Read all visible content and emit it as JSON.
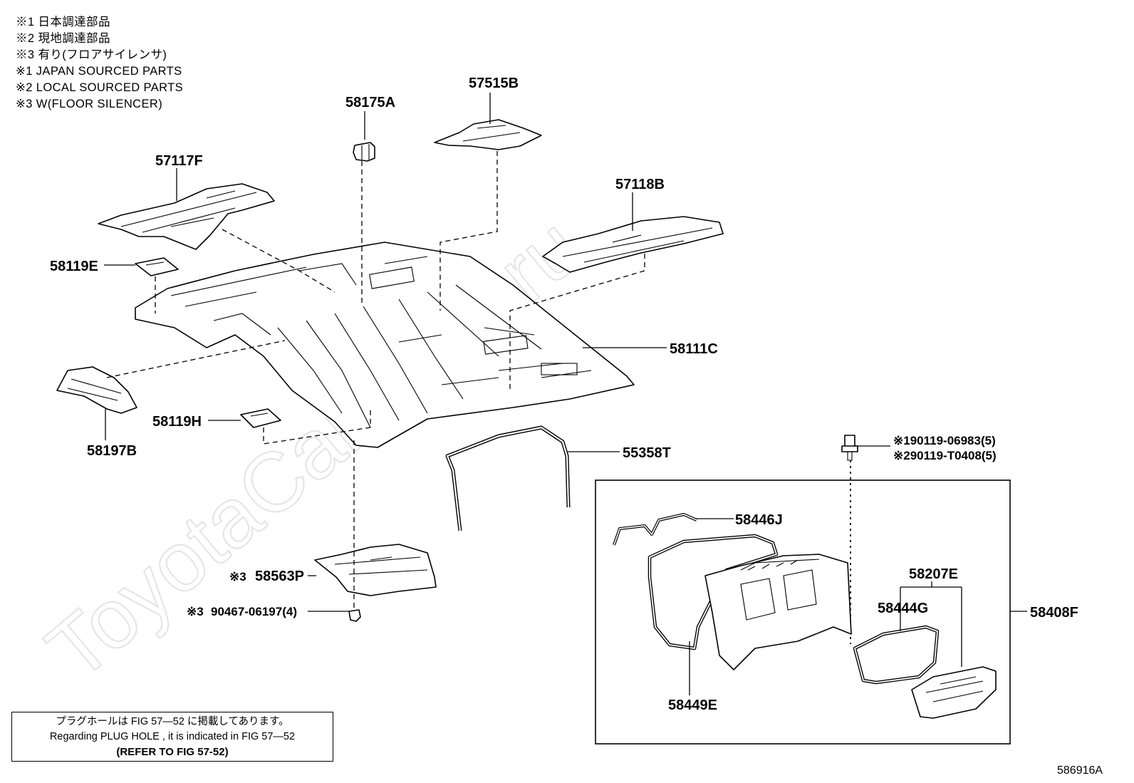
{
  "notes": [
    "※1 日本調達部品",
    "※2 現地調達部品",
    "※3 有り(フロアサイレンサ)",
    "※1 JAPAN SOURCED PARTS",
    "※2 LOCAL SOURCED PARTS",
    "※3 W(FLOOR SILENCER)"
  ],
  "watermark": "ToyotaCarMine.ru",
  "labels": {
    "p58175A": "58175A",
    "p57515B": "57515B",
    "p57117F": "57117F",
    "p57118B": "57118B",
    "p58119E": "58119E",
    "p58111C": "58111C",
    "p58197B": "58197B",
    "p58119H": "58119H",
    "p55358T": "55358T",
    "p58446J": "58446J",
    "p58207E": "58207E",
    "p58444G": "58444G",
    "p58408F": "58408F",
    "p58449E": "58449E",
    "p58563P": "58563P",
    "p58563P_mark": "※3",
    "clip_part": "90467-06197(4)",
    "clip_mark": "※3",
    "bolt1": "※190119-06983(5)",
    "bolt2": "※290119-T0408(5)"
  },
  "note_box": {
    "line1": "プラグホールは FIG 57—52 に掲載してあります。",
    "line2": "Regarding PLUG HOLE , it is indicated in FIG 57—52",
    "line3": "(REFER TO FIG 57-52)"
  },
  "figure_code": "586916A"
}
